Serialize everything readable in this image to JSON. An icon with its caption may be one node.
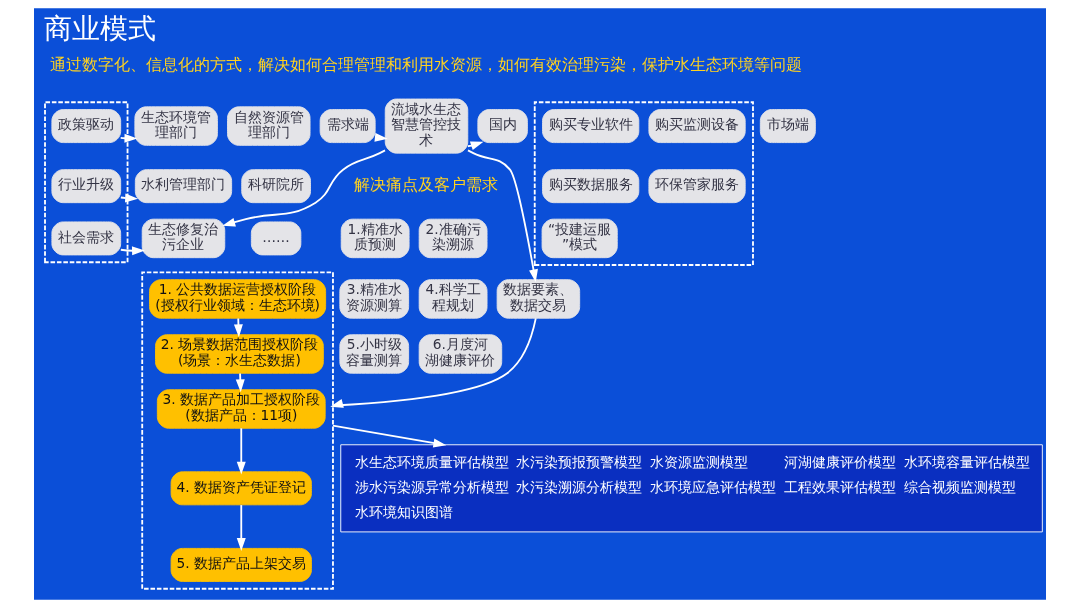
{
  "diagram": {
    "title": "商业模式",
    "nodes": [
      {
        "text": [],
        "shape": "box"
      },
      {
        "text": [
          "政策驱动"
        ],
        "in": 0
      },
      {
        "text": [
          "行业升级"
        ],
        "in": 0
      },
      {
        "text": [
          "社会需求"
        ],
        "in": 0
      },
      {
        "text": [
          "生态环境管理部门"
        ]
      },
      {
        "text": [
          "自然资源管理部门"
        ]
      },
      {
        "text": [
          "水利管理部门"
        ]
      },
      {
        "text": [
          "科研院所"
        ]
      },
      {
        "text": [
          "生态修复治污企业"
        ]
      },
      {
        "text": [
          "……"
        ]
      },
      {
        "text": [
          "需求端"
        ]
      },
      {
        "text": [
          "流域水生态智慧管控技术"
        ]
      },
      {
        "text": [
          "1.精准水质预测"
        ]
      },
      {
        "text": [
          "2.准确污染溯源"
        ]
      },
      {
        "text": [
          "3.精准水资源测算"
        ]
      },
      {
        "text": [
          "4.科学工程规划"
        ]
      },
      {
        "text": [
          "5.小时级容量测算"
        ]
      },
      {
        "text": [
          "6.月度河湖健康评价"
        ]
      },
      {
        "text": [
          "国内"
        ]
      },
      {
        "text": [],
        "shape": "box"
      },
      {
        "text": [
          "购买专业软件"
        ],
        "in": 19
      },
      {
        "text": [
          "购买监测设备"
        ],
        "in": 19
      },
      {
        "text": [
          "购买数据服务"
        ],
        "in": 19
      },
      {
        "text": [
          "环保管家服务"
        ],
        "in": 19
      },
      {
        "text": [
          "“投建运服”模式"
        ],
        "in": 19
      },
      {
        "text": [
          "数据要素、数据交易"
        ]
      },
      {
        "text": [
          "市场端"
        ]
      },
      {
        "text": [],
        "shape": "box"
      },
      {
        "text": [
          "1. 公共数据运营授权阶段",
          "(授权行业领域：生态环境)"
        ],
        "in": 27
      },
      {
        "text": [
          "2. 场景数据范围授权阶段",
          "(场景：水生态数据)"
        ],
        "in": 27
      },
      {
        "text": [
          "3. 数据产品加工授权阶段",
          "(数据产品：11项)"
        ],
        "in": 27
      },
      {
        "text": [
          "4. 数据资产凭证登记"
        ],
        "in": 27
      },
      {
        "text": [
          "5. 数据产品上架交易"
        ],
        "in": 27
      },
      {
        "text": [
          "水生态环境质量评估模型",
          "水污染预报预警模型",
          "水资源监测模型",
          "河湖健康评价模型",
          "水环境容量评估模型",
          "涉水污染源异常分析模型",
          "水污染溯源分析模型",
          "水环境应急评估模型",
          "工程效果评估模型",
          "综合视频监测模型",
          "水环境知识图谱"
        ]
      }
    ],
    "edges": [
      {
        "from": 1,
        "to": 4,
        "arrow": "to"
      },
      {
        "from": 2,
        "to": 6,
        "arrow": "to"
      },
      {
        "from": 3,
        "to": 8,
        "arrow": "to"
      },
      {
        "from": 10,
        "to": 11,
        "arrow": "to"
      },
      {
        "from": 11,
        "to": 18,
        "arrow": "to"
      },
      {
        "from": 11,
        "to": 8,
        "arrow": "to"
      },
      {
        "from": 11,
        "to": 25,
        "arrow": "to"
      },
      {
        "from": 25,
        "to": 27,
        "arrow": "to"
      },
      {
        "from": 28,
        "to": 29,
        "arrow": "to"
      },
      {
        "from": 29,
        "to": 30,
        "arrow": "to"
      },
      {
        "from": 30,
        "to": 31,
        "arrow": "to"
      },
      {
        "from": 31,
        "to": 32,
        "arrow": "to"
      },
      {
        "from": 27,
        "to": 33,
        "arrow": "to"
      }
    ],
    "labels": [
      "通过数字化、信息化的方式，解决如何合理管理和利用水资源，如何有效治理污染，保护水生态环境等问题",
      "解决痛点及客户需求"
    ]
  }
}
